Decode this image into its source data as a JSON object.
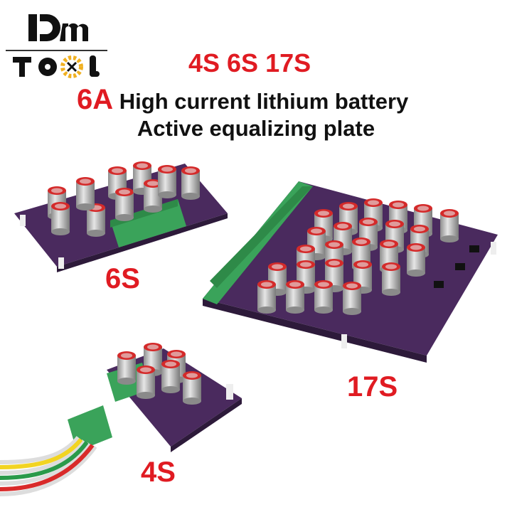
{
  "logo": {
    "text_top": "Dm",
    "text_bottom": "TOOL"
  },
  "heading": {
    "variants": "4S 6S 17S",
    "current": "6A",
    "line1": "High current lithium battery",
    "line2": "Active equalizing plate"
  },
  "products": [
    {
      "label": "6S"
    },
    {
      "label": "17S"
    },
    {
      "label": "4S"
    }
  ],
  "colors": {
    "accent": "#e01b22",
    "board": "#4a2a5e",
    "terminal": "#3aa35a",
    "capacitor": "#b8b8b8",
    "capacitor_top": "#d42a2a",
    "gear": "#f0b020"
  }
}
